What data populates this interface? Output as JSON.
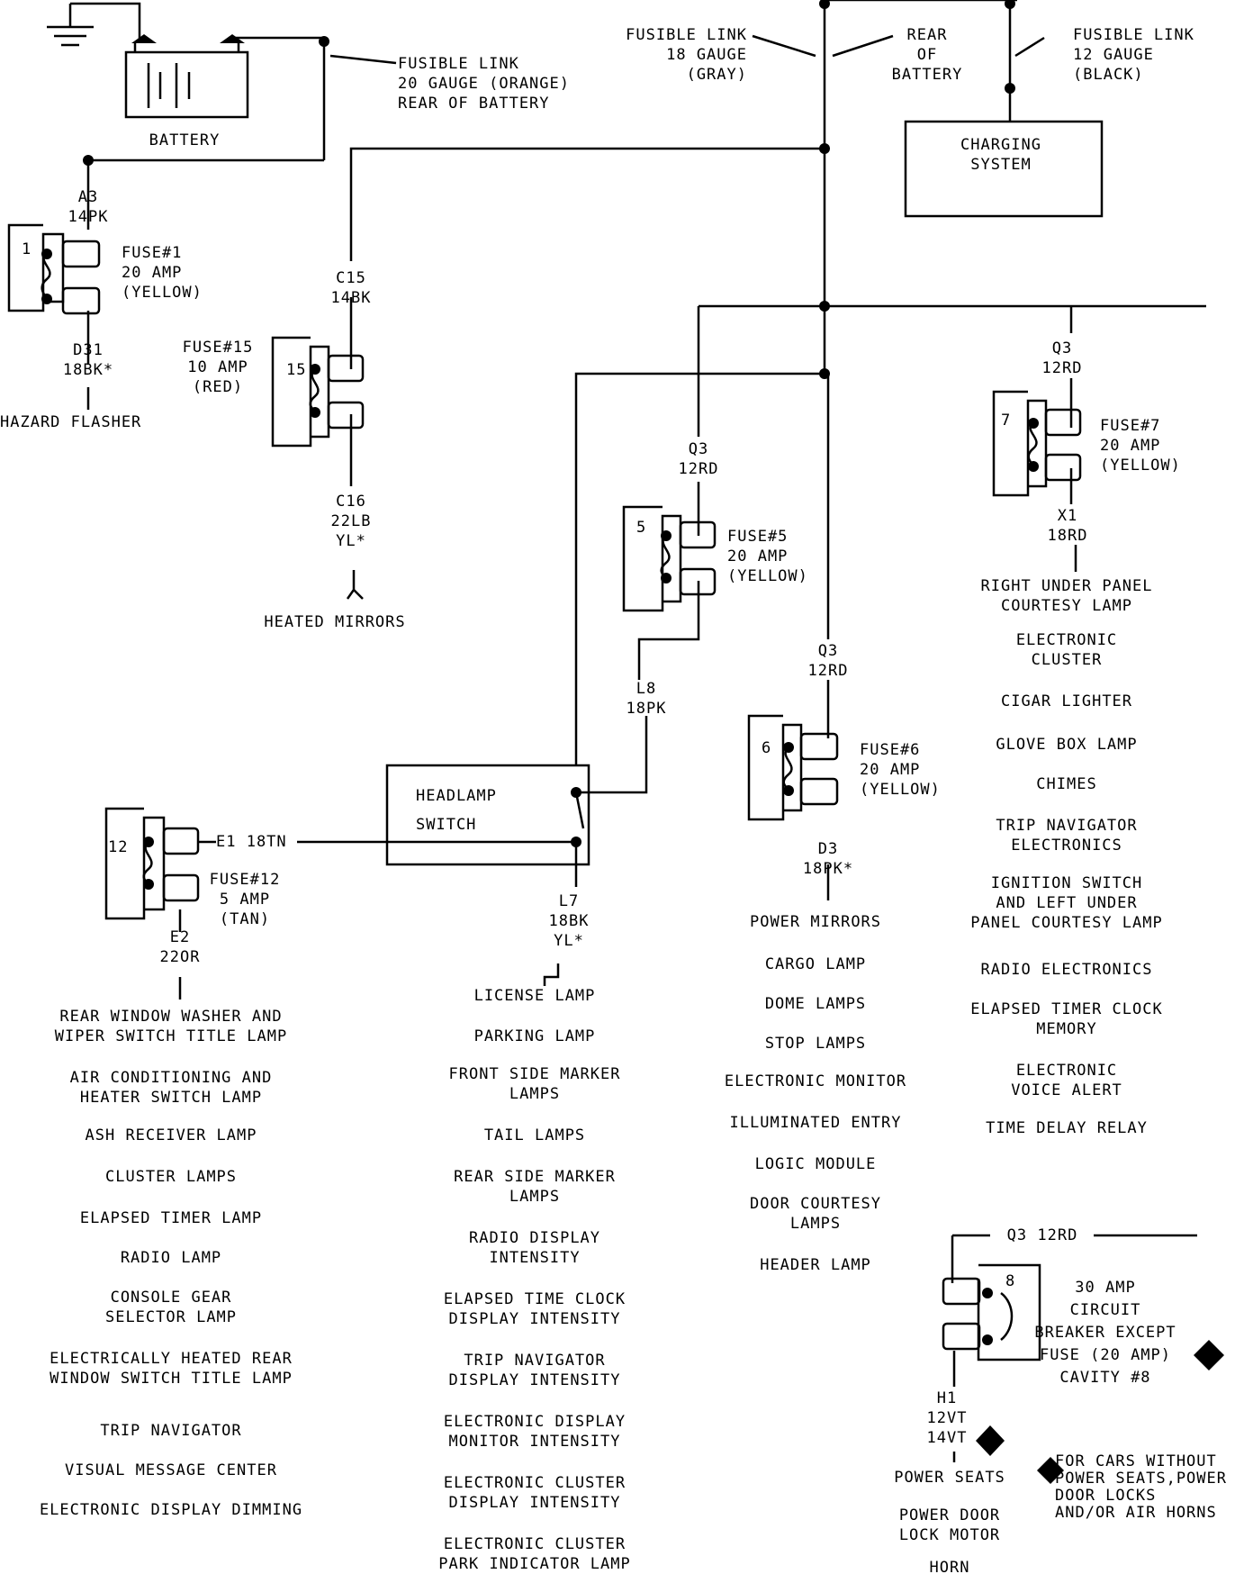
{
  "top": {
    "battery": "BATTERY",
    "fusible_orange": "FUSIBLE LINK\n20 GAUGE (ORANGE)\nREAR OF BATTERY",
    "fusible_gray": "FUSIBLE LINK\n18 GAUGE\n(GRAY)",
    "rear_of_battery": "REAR\nOF\nBATTERY",
    "fusible_black": "FUSIBLE LINK\n12 GAUGE\n(BLACK)",
    "charging_system": "CHARGING\nSYSTEM"
  },
  "fuse1": {
    "cavity": "1",
    "wire_in": "A3\n14PK",
    "label": "FUSE#1\n20 AMP\n(YELLOW)",
    "wire_out": "D31\n18BK*",
    "load": "HAZARD FLASHER"
  },
  "fuse15": {
    "cavity": "15",
    "wire_in": "C15\n14BK",
    "label": "FUSE#15\n10 AMP\n(RED)",
    "wire_out": "C16\n22LB\nYL*",
    "load": "HEATED MIRRORS"
  },
  "fuse5": {
    "cavity": "5",
    "wire_in": "Q3\n12RD",
    "label": "FUSE#5\n20 AMP\n(YELLOW)",
    "wire_out": "L8\n18PK"
  },
  "fuse6": {
    "cavity": "6",
    "wire_in": "Q3\n12RD",
    "label": "FUSE#6\n20 AMP\n(YELLOW)",
    "wire_out": "D3\n18PK*",
    "loads": [
      "POWER MIRRORS",
      "CARGO LAMP",
      "DOME LAMPS",
      "STOP LAMPS",
      "ELECTRONIC MONITOR",
      "ILLUMINATED ENTRY",
      "LOGIC MODULE",
      "DOOR COURTESY\nLAMPS",
      "HEADER LAMP"
    ]
  },
  "fuse7": {
    "cavity": "7",
    "wire_in": "Q3\n12RD",
    "label": "FUSE#7\n20 AMP\n(YELLOW)",
    "wire_out": "X1\n18RD",
    "loads": [
      "RIGHT UNDER PANEL\nCOURTESY LAMP",
      "ELECTRONIC\nCLUSTER",
      "CIGAR LIGHTER",
      "GLOVE BOX LAMP",
      "CHIMES",
      "TRIP NAVIGATOR\nELECTRONICS",
      "IGNITION SWITCH\nAND LEFT UNDER\nPANEL COURTESY LAMP",
      "RADIO ELECTRONICS",
      "ELAPSED TIMER CLOCK\nMEMORY",
      "ELECTRONIC\nVOICE ALERT",
      "TIME DELAY RELAY"
    ]
  },
  "fuse12": {
    "cavity": "12",
    "wire_in": "E1 18TN",
    "label": "FUSE#12\n5 AMP\n(TAN)",
    "wire_out": "E2\n22OR",
    "loads": [
      "REAR WINDOW WASHER AND\nWIPER SWITCH TITLE LAMP",
      "AIR CONDITIONING AND\nHEATER SWITCH LAMP",
      "ASH RECEIVER LAMP",
      "CLUSTER LAMPS",
      "ELAPSED TIMER LAMP",
      "RADIO LAMP",
      "CONSOLE GEAR\nSELECTOR LAMP",
      "ELECTRICALLY HEATED REAR\nWINDOW SWITCH TITLE LAMP",
      "TRIP NAVIGATOR",
      "VISUAL MESSAGE CENTER",
      "ELECTRONIC DISPLAY DIMMING"
    ]
  },
  "headlamp": {
    "label": "HEADLAMP\nSWITCH",
    "wire_out": "L7\n18BK\nYL*",
    "loads": [
      "LICENSE LAMP",
      "PARKING LAMP",
      "FRONT SIDE MARKER\nLAMPS",
      "TAIL LAMPS",
      "REAR SIDE MARKER\nLAMPS",
      "RADIO DISPLAY\nINTENSITY",
      "ELAPSED TIME CLOCK\nDISPLAY INTENSITY",
      "TRIP NAVIGATOR\nDISPLAY INTENSITY",
      "ELECTRONIC DISPLAY\nMONITOR INTENSITY",
      "ELECTRONIC CLUSTER\nDISPLAY INTENSITY",
      "ELECTRONIC CLUSTER\nPARK INDICATOR LAMP"
    ]
  },
  "breaker8": {
    "cavity": "8",
    "wire_in": "Q3 12RD",
    "label": "30 AMP\nCIRCUIT\nBREAKER EXCEPT\nFUSE (20 AMP)\nCAVITY #8",
    "wire_out": "H1\n12VT\n14VT",
    "loads": [
      "POWER SEATS",
      "POWER DOOR\nLOCK MOTOR",
      "HORN"
    ],
    "footnote": "FOR CARS WITHOUT\nPOWER SEATS,POWER\nDOOR LOCKS\nAND/OR AIR HORNS"
  }
}
